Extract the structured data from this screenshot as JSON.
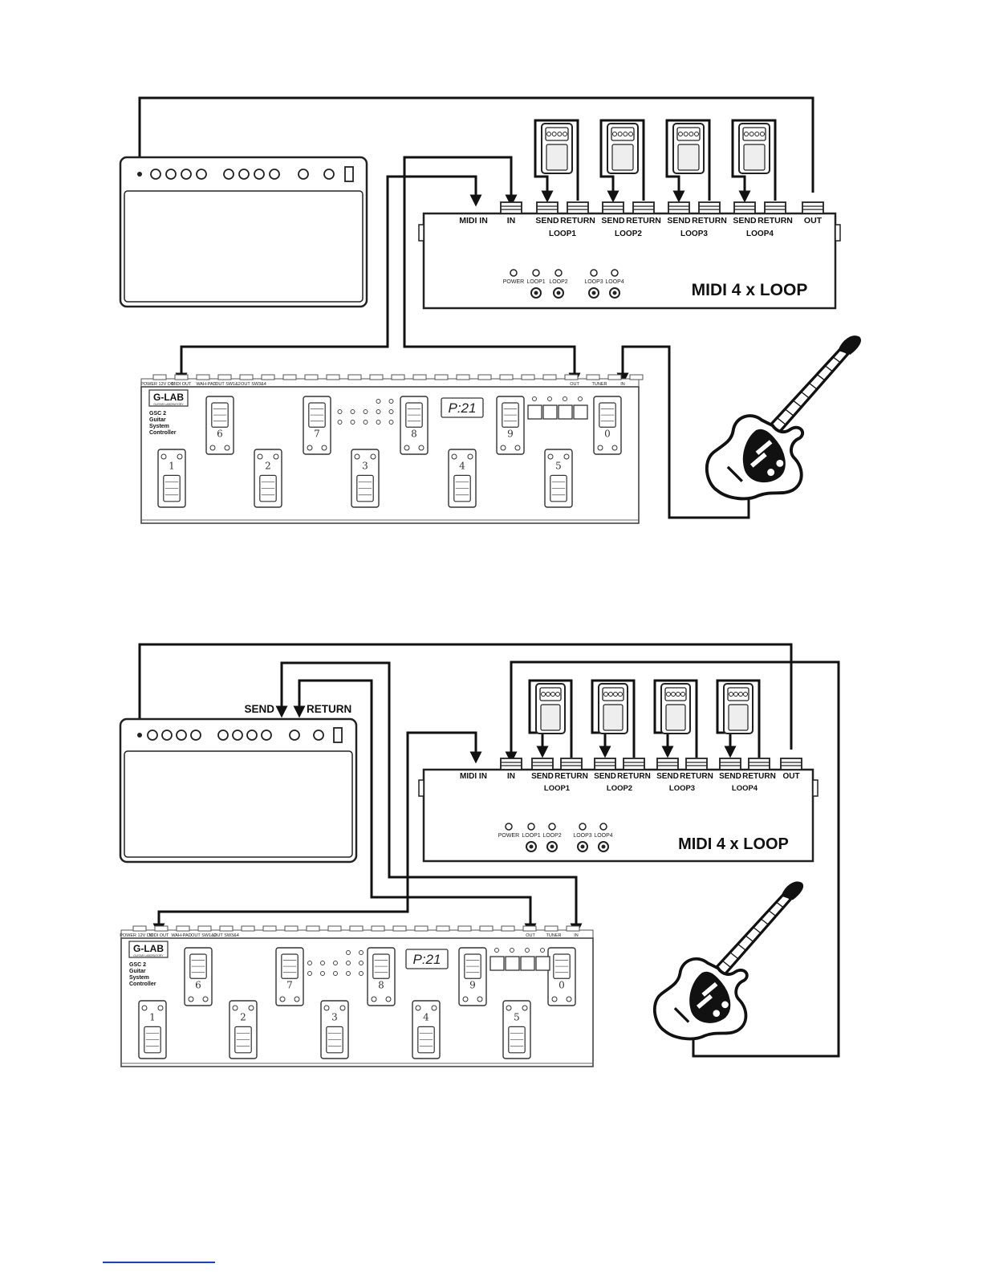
{
  "diagram1": {
    "looper": {
      "jacks": [
        "MIDI IN",
        "IN",
        "SEND",
        "RETURN",
        "SEND",
        "RETURN",
        "SEND",
        "RETURN",
        "SEND",
        "RETURN",
        "OUT"
      ],
      "loops": [
        "LOOP1",
        "LOOP2",
        "LOOP3",
        "LOOP4"
      ],
      "leds": [
        "POWER",
        "LOOP1",
        "LOOP2",
        "LOOP3",
        "LOOP4"
      ],
      "name": "MIDI 4 x LOOP"
    },
    "controller": {
      "brand": "G-LAB",
      "brand_sub": "GUITAR LABORATORY",
      "model_lines": [
        "GSC 2",
        "Guitar",
        "System",
        "Controller"
      ],
      "display": "P:21",
      "top_labels": [
        "POWER 12V DC",
        "MIDI OUT",
        "WAH-PAD",
        "OUT SW1&2",
        "OUT SW3&4",
        "OUT",
        "TUNER",
        "IN"
      ],
      "top_switches": [
        "6",
        "7",
        "8",
        "9",
        "0"
      ],
      "bottom_switches": [
        "1",
        "2",
        "3",
        "4",
        "5"
      ]
    }
  },
  "diagram2": {
    "amp_fx": {
      "send": "SEND",
      "return": "RETURN"
    },
    "looper": {
      "jacks": [
        "MIDI IN",
        "IN",
        "SEND",
        "RETURN",
        "SEND",
        "RETURN",
        "SEND",
        "RETURN",
        "SEND",
        "RETURN",
        "OUT"
      ],
      "loops": [
        "LOOP1",
        "LOOP2",
        "LOOP3",
        "LOOP4"
      ],
      "leds": [
        "POWER",
        "LOOP1",
        "LOOP2",
        "LOOP3",
        "LOOP4"
      ],
      "name": "MIDI 4 x LOOP"
    },
    "controller": {
      "brand": "G-LAB",
      "brand_sub": "GUITAR LABORATORY",
      "model_lines": [
        "GSC 2",
        "Guitar",
        "System",
        "Controller"
      ],
      "display": "P:21",
      "top_labels": [
        "POWER 12V DC",
        "MIDI OUT",
        "WAH-PAD",
        "OUT SW1&2",
        "OUT SW3&4",
        "OUT",
        "TUNER",
        "IN"
      ],
      "top_switches": [
        "6",
        "7",
        "8",
        "9",
        "0"
      ],
      "bottom_switches": [
        "1",
        "2",
        "3",
        "4",
        "5"
      ]
    }
  }
}
